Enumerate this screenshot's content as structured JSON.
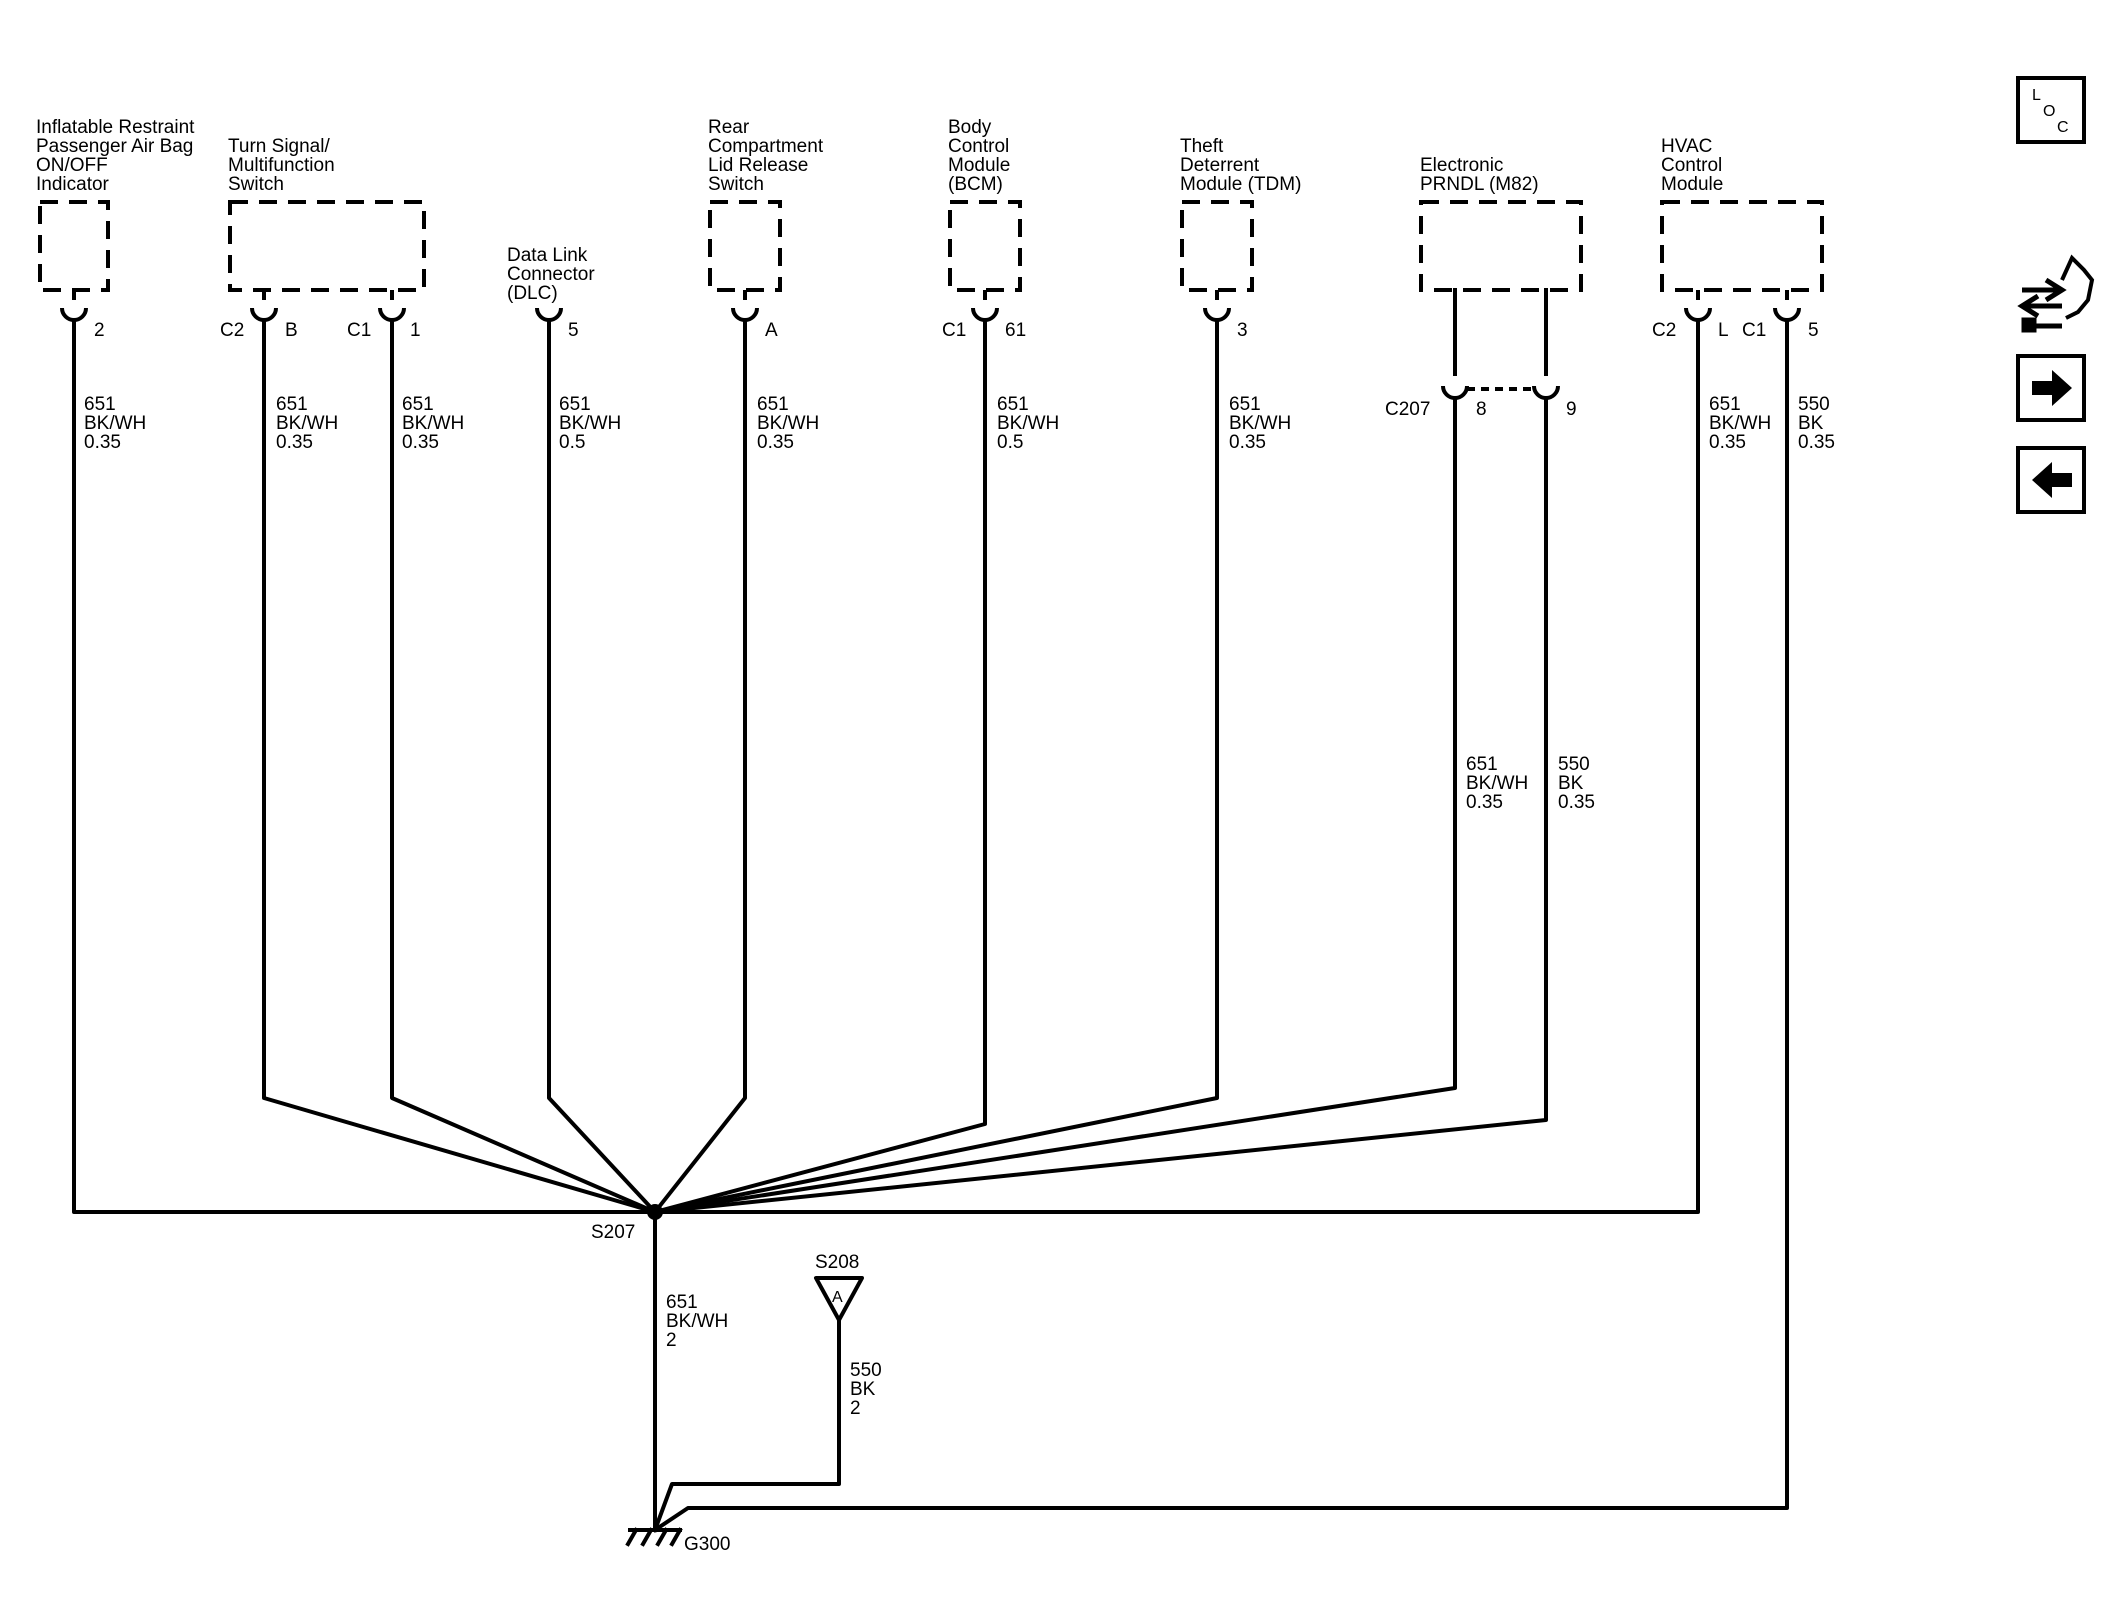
{
  "components": {
    "air_bag_indicator": [
      "Inflatable Restraint",
      "Passenger Air Bag",
      "ON/OFF",
      "Indicator"
    ],
    "turn_signal_switch": [
      "Turn Signal/",
      "Multifunction",
      "Switch"
    ],
    "dlc": [
      "Data Link",
      "Connector",
      "(DLC)"
    ],
    "rear_compartment_switch": [
      "Rear",
      "Compartment",
      "Lid Release",
      "Switch"
    ],
    "bcm": [
      "Body",
      "Control",
      "Module",
      "(BCM)"
    ],
    "tdm": [
      "Theft",
      "Deterrent",
      "Module (TDM)"
    ],
    "prndl": [
      "Electronic",
      "PRNDL (M82)"
    ],
    "hvac": [
      "HVAC",
      "Control",
      "Module"
    ]
  },
  "pins": {
    "air_bag": "2",
    "turn_c2": "C2",
    "turn_b": "B",
    "turn_c1": "C1",
    "turn_1": "1",
    "dlc_5": "5",
    "rear_a": "A",
    "bcm_c1": "C1",
    "bcm_61": "61",
    "tdm_3": "3",
    "prndl_conn": "C207",
    "prndl_8": "8",
    "prndl_9": "9",
    "hvac_c2": "C2",
    "hvac_l": "L",
    "hvac_c1": "C1",
    "hvac_5": "5"
  },
  "wires": {
    "w_airbag": [
      "651",
      "BK/WH",
      "0.35"
    ],
    "w_turn_b": [
      "651",
      "BK/WH",
      "0.35"
    ],
    "w_turn_1": [
      "651",
      "BK/WH",
      "0.35"
    ],
    "w_dlc": [
      "651",
      "BK/WH",
      "0.5"
    ],
    "w_rear": [
      "651",
      "BK/WH",
      "0.35"
    ],
    "w_bcm": [
      "651",
      "BK/WH",
      "0.5"
    ],
    "w_tdm": [
      "651",
      "BK/WH",
      "0.35"
    ],
    "w_prndl_8": [
      "651",
      "BK/WH",
      "0.35"
    ],
    "w_prndl_9": [
      "550",
      "BK",
      "0.35"
    ],
    "w_hvac_l": [
      "651",
      "BK/WH",
      "0.35"
    ],
    "w_hvac_5": [
      "550",
      "BK",
      "0.35"
    ],
    "w_main": [
      "651",
      "BK/WH",
      "2"
    ],
    "w_s208": [
      "550",
      "BK",
      "2"
    ]
  },
  "splices": {
    "s207": "S207",
    "s208": "S208",
    "s208_letter": "A"
  },
  "ground": "G300",
  "nav": {
    "loc": {
      "l": "L",
      "o": "O",
      "c": "C"
    },
    "icons": [
      "connector-tool-icon",
      "arrow-right-icon",
      "arrow-left-icon"
    ]
  }
}
